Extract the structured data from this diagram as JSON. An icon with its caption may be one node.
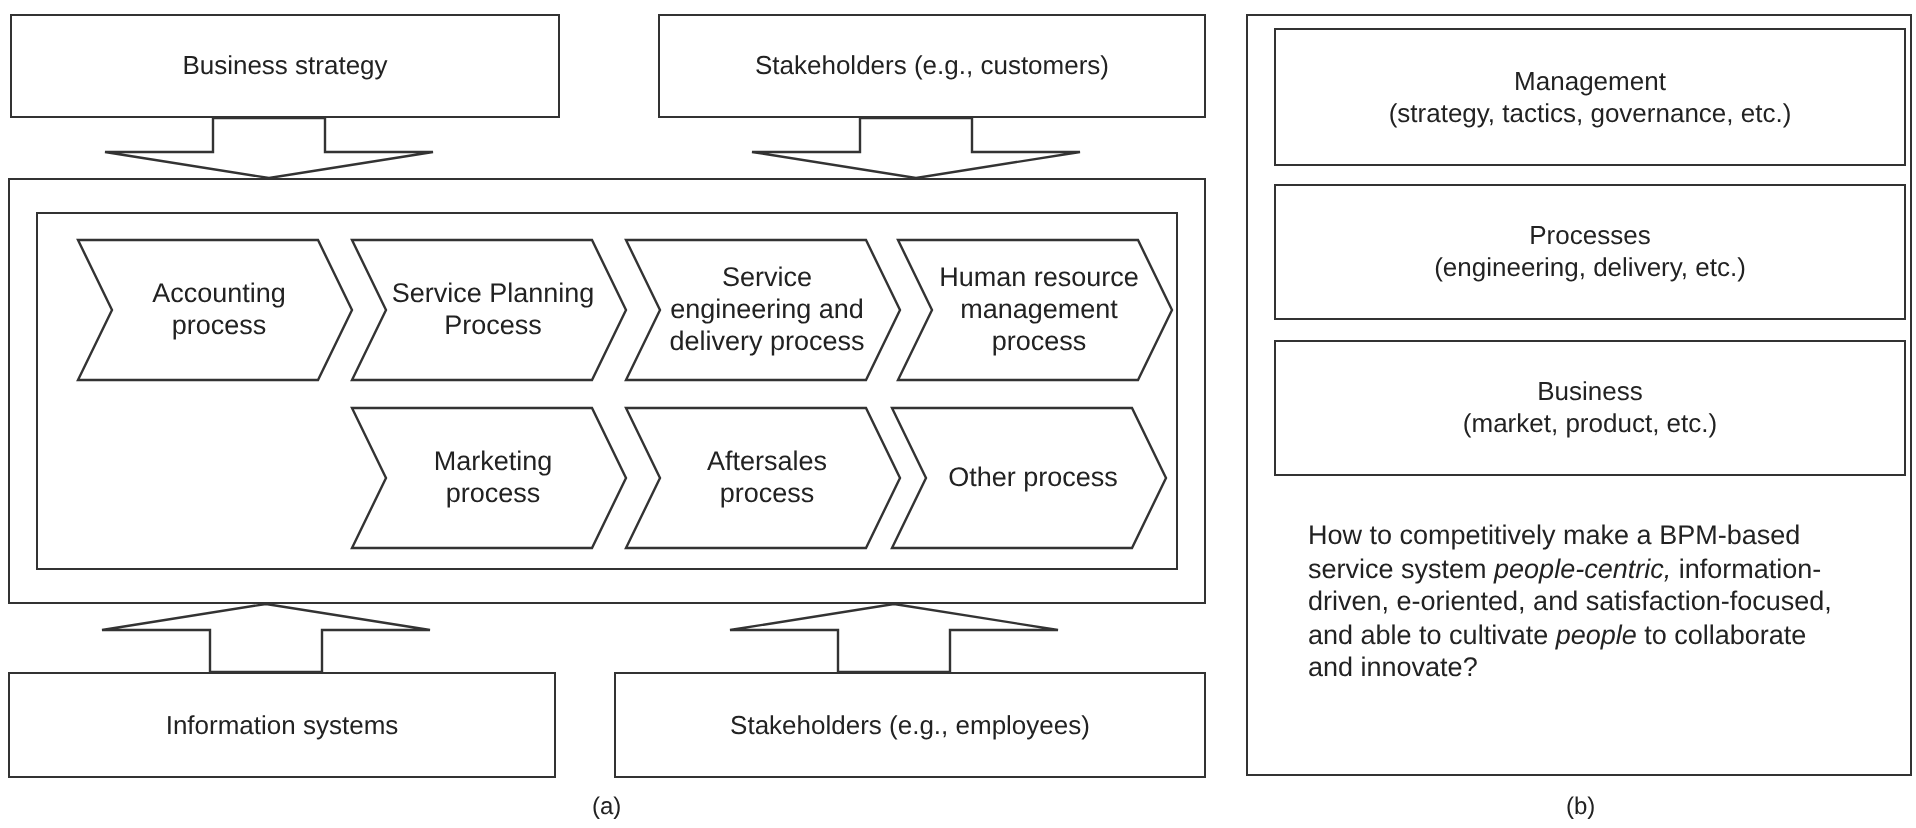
{
  "diagram": {
    "nodes": [
      {
        "text": [
          "Business strategy"
        ]
      },
      {
        "text": [
          "Stakeholders (e.g., customers)"
        ]
      },
      {
        "text": [],
        "shape": "box"
      },
      {
        "text": [],
        "shape": "box",
        "in": 2
      },
      {
        "text": [
          "Accounting process"
        ],
        "in": 3
      },
      {
        "text": [
          "Service Planning Process"
        ],
        "in": 3
      },
      {
        "text": [
          "Service engineering and delivery process"
        ],
        "in": 3
      },
      {
        "text": [
          "Human resource management process"
        ],
        "in": 3
      },
      {
        "text": [
          "Marketing process"
        ],
        "in": 3
      },
      {
        "text": [
          "Aftersales process"
        ],
        "in": 3
      },
      {
        "text": [
          "Other process"
        ],
        "in": 3
      },
      {
        "text": [
          "Information systems"
        ]
      },
      {
        "text": [
          "Stakeholders (e.g., employees)"
        ]
      },
      {
        "text": [
          "How to competitively make a BPM-based service system *people-centric,* information-driven, e-oriented, and satisfaction-focused, and able to cultivate *people* to collaborate and innovate?"
        ]
      },
      {
        "text": [
          "Management",
          "(strategy, tactics, governance, etc.)"
        ],
        "in": 13
      },
      {
        "text": [
          "Processes",
          "(engineering, delivery, etc.)"
        ],
        "in": 13
      },
      {
        "text": [
          "Business",
          "(market, product, etc.)"
        ],
        "in": 13
      }
    ],
    "edges": [
      {
        "from": 0,
        "to": 2,
        "arrow": "to"
      },
      {
        "from": 1,
        "to": 2,
        "arrow": "to"
      },
      {
        "from": 11,
        "to": 2,
        "arrow": "to"
      },
      {
        "from": 12,
        "to": 2,
        "arrow": "to"
      }
    ],
    "labels": [
      "(a)",
      "(b)"
    ]
  }
}
